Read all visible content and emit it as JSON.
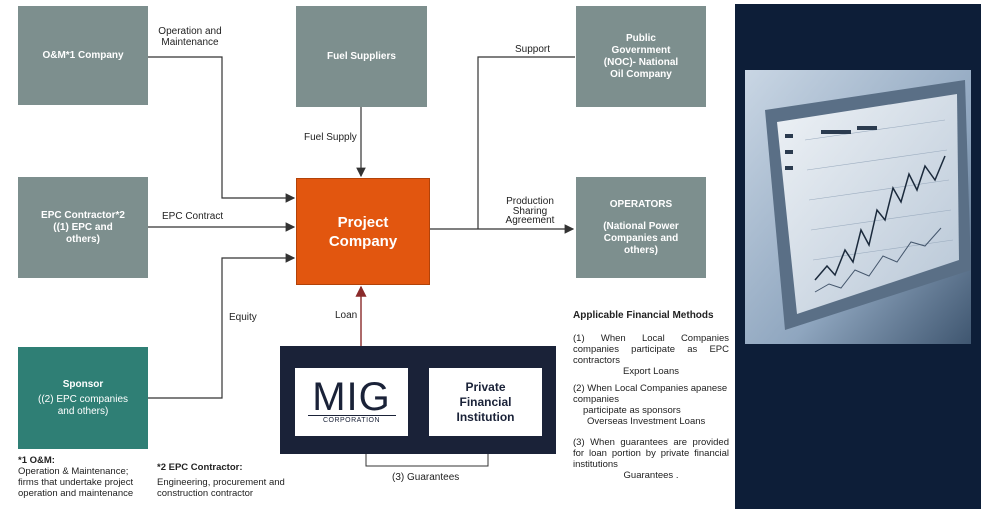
{
  "boxes": {
    "om": "O&M*1 Company",
    "fuel": "Fuel Suppliers",
    "gov": "Public Government (NOC)- National Oil Company",
    "epc": "EPC Contractor*2 ((1) EPC and others)",
    "operators_title": "OPERATORS",
    "operators_sub": "(National Power Companies and others)",
    "sponsor_title": "Sponsor",
    "sponsor_sub": "((2) EPC companies and others)"
  },
  "project": {
    "line1": "Project",
    "line2": "Company"
  },
  "labels": {
    "operation": "Operation and Maintenance",
    "support": "Support",
    "fuel_supply": "Fuel Supply",
    "epc_contract": "EPC Contract",
    "psa": "Production Sharing Agreement",
    "equity": "Equity",
    "loan": "Loan",
    "guarantees": "(3) Guarantees"
  },
  "lenders": {
    "mig_logo": "MIG",
    "mig_sub": "CORPORATION",
    "pfi": "Private Financial Institution"
  },
  "methods": {
    "title": "Applicable Financial Methods",
    "m1_text": "(1) When Local Companies companies participate as EPC contractors",
    "m1_result": "Export Loans",
    "m2_text": "(2) When Local Companies apanese companies",
    "m2_sub": "participate as sponsors",
    "m2_result": "Overseas Investment Loans",
    "m3_text": "(3) When guarantees are provided for loan portion by private financial institutions",
    "m3_result": "Guarantees ."
  },
  "notes": {
    "n1_title": "*1 O&M:",
    "n1_text": "Operation & Maintenance; firms that undertake project operation and maintenance",
    "n2_title": "*2 EPC Contractor:",
    "n2_text": "Engineering, procurement and construction contractor"
  },
  "colors": {
    "box": "#7d8f8e",
    "sponsor": "#2f7f75",
    "project": "#e2560f",
    "lenders_bg": "#1a2238",
    "photo_panel": "#0d1e38",
    "loan_line": "#8a2a2a"
  }
}
